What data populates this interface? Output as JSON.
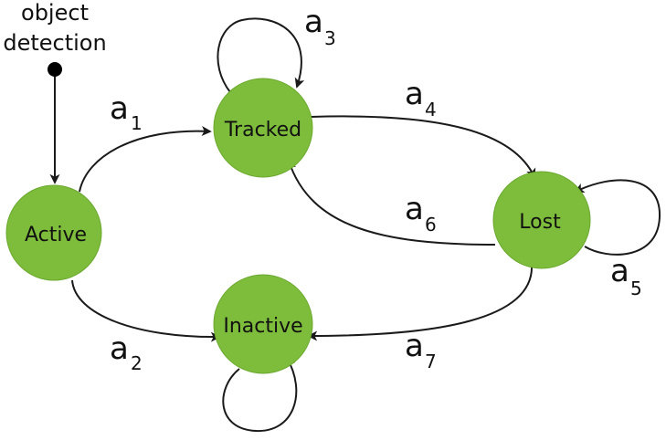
{
  "colors": {
    "node_fill": "#7dbd3b",
    "edge": "#1a1a1a",
    "text": "#111111"
  },
  "entry": {
    "label_line1": "object",
    "label_line2": "detection"
  },
  "nodes": {
    "active": "Active",
    "tracked": "Tracked",
    "lost": "Lost",
    "inactive": "Inactive"
  },
  "edges": {
    "a1": {
      "base": "a",
      "sub": "1"
    },
    "a2": {
      "base": "a",
      "sub": "2"
    },
    "a3": {
      "base": "a",
      "sub": "3"
    },
    "a4": {
      "base": "a",
      "sub": "4"
    },
    "a5": {
      "base": "a",
      "sub": "5"
    },
    "a6": {
      "base": "a",
      "sub": "6"
    },
    "a7": {
      "base": "a",
      "sub": "7"
    }
  }
}
